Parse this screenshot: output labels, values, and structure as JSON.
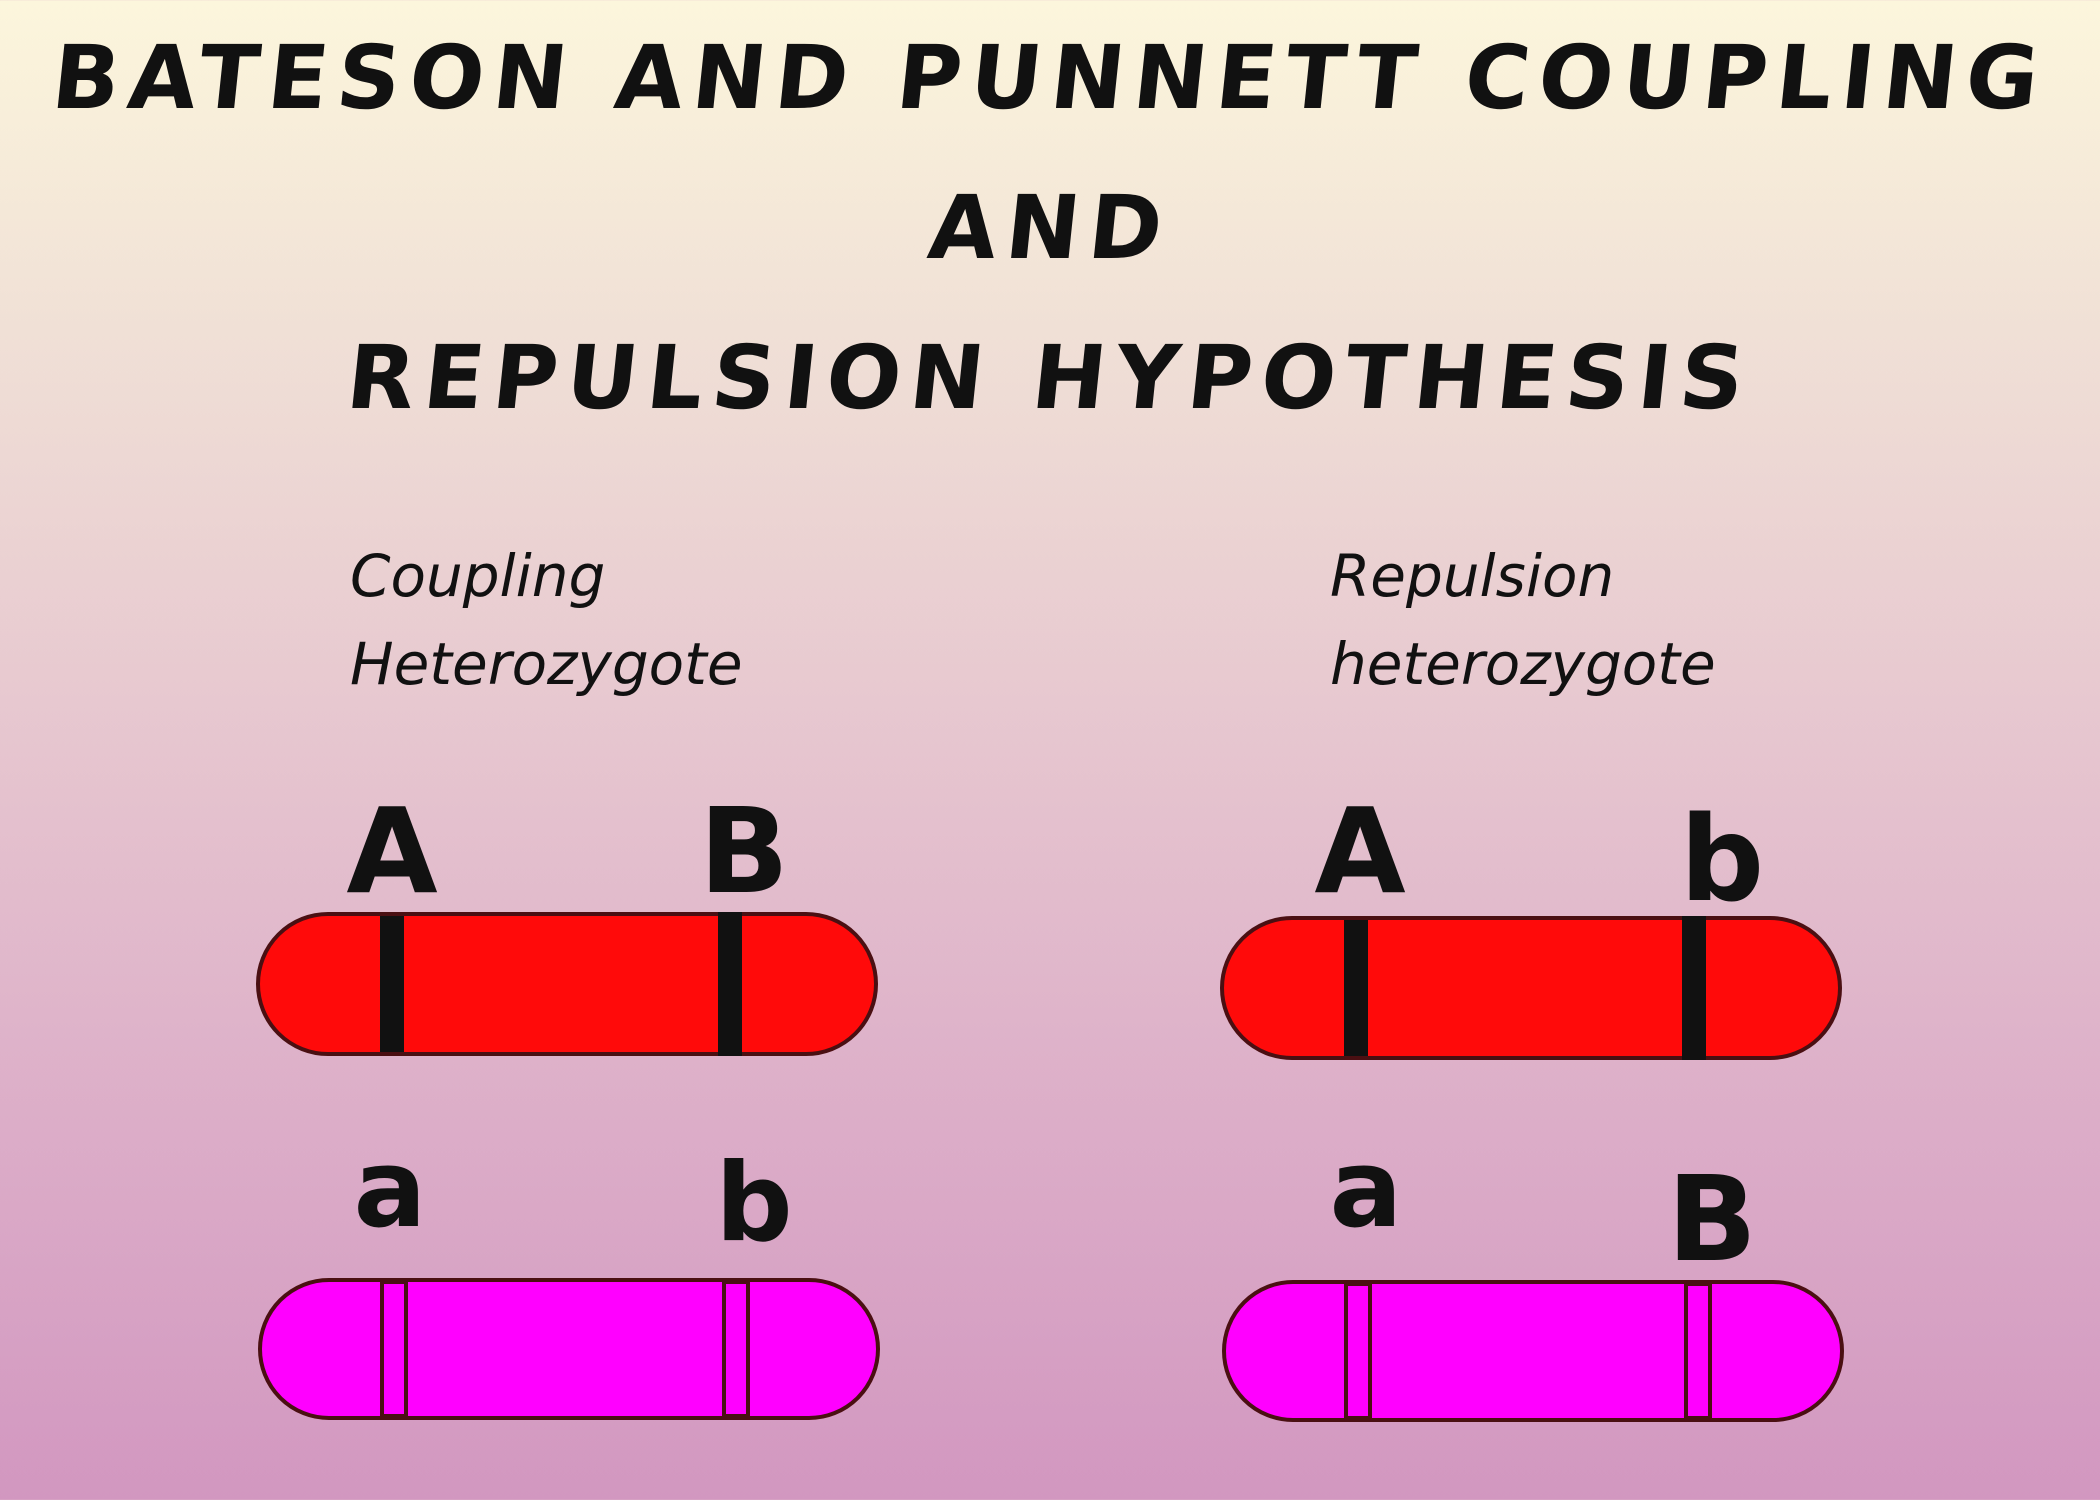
{
  "title": {
    "line1": "BATESON AND PUNNETT COUPLING",
    "line2": "AND",
    "line3": "REPULSION HYPOTHESIS"
  },
  "coupling": {
    "caption_line1": "Coupling",
    "caption_line2": "Heterozygote",
    "top_chromosome": {
      "left_gene": "A",
      "right_gene": "B"
    },
    "bottom_chromosome": {
      "left_gene": "a",
      "right_gene": "b"
    }
  },
  "repulsion": {
    "caption_line1": "Repulsion",
    "caption_line2": "heterozygote",
    "top_chromosome": {
      "left_gene": "A",
      "right_gene": "b"
    },
    "bottom_chromosome": {
      "left_gene": "a",
      "right_gene": "B"
    }
  },
  "colors": {
    "top_chromosome_fill": "#ff0a0a",
    "bottom_chromosome_fill": "#ff00ff",
    "outline": "#4a0f12"
  }
}
